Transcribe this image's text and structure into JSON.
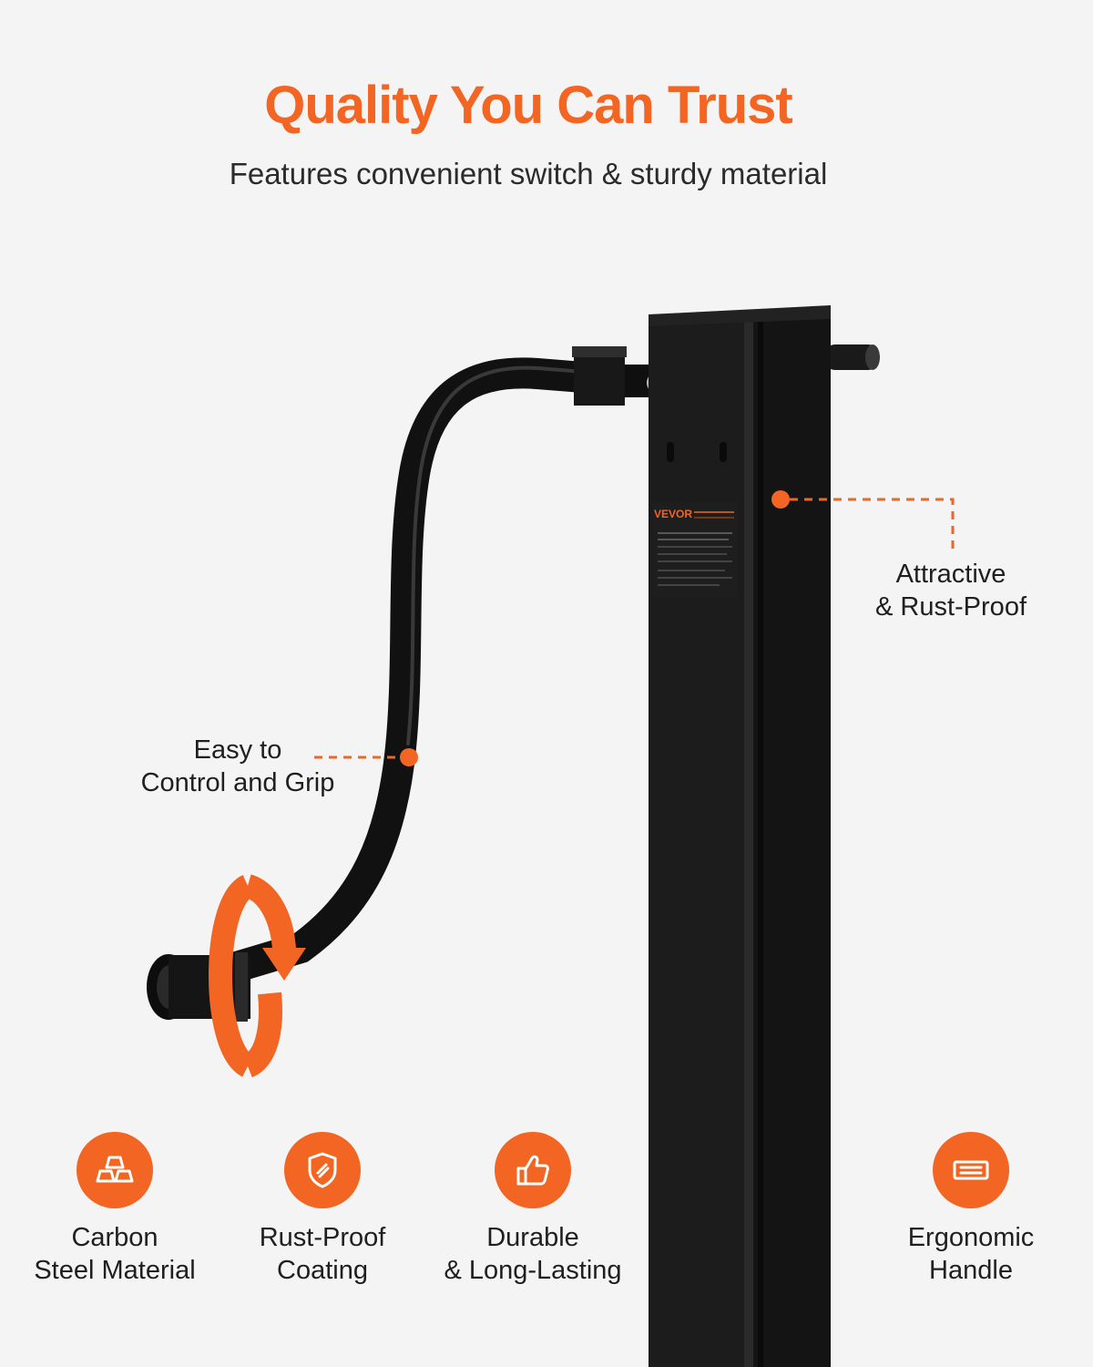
{
  "header": {
    "title": "Quality You Can Trust",
    "subtitle": "Features convenient switch & sturdy material"
  },
  "callouts": {
    "rust_proof": {
      "line1": "Attractive",
      "line2": "& Rust-Proof"
    },
    "grip": {
      "line1": "Easy to",
      "line2": "Control and Grip"
    }
  },
  "product_label": {
    "brand": "VEVOR"
  },
  "features": [
    {
      "icon": "steel-bars-icon",
      "line1": "Carbon",
      "line2": "Steel Material"
    },
    {
      "icon": "shield-icon",
      "line1": "Rust-Proof",
      "line2": "Coating"
    },
    {
      "icon": "thumbs-up-icon",
      "line1": "Durable",
      "line2": "& Long-Lasting"
    },
    {
      "icon": "handle-icon",
      "line1": "Ergonomic",
      "line2": "Handle"
    }
  ],
  "colors": {
    "accent": "#f26522",
    "background": "#f4f4f4",
    "product": "#151515"
  }
}
